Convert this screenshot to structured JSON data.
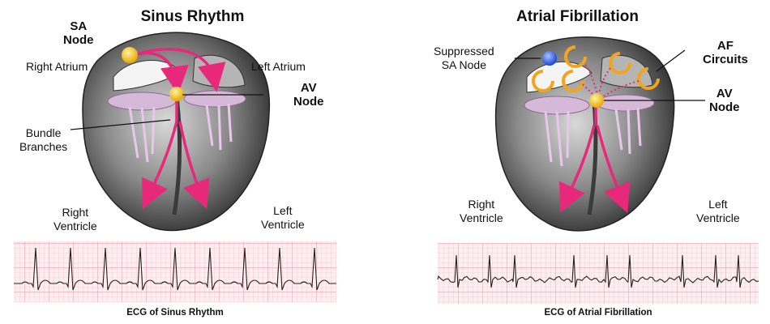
{
  "sinus": {
    "title": "Sinus Rhythm",
    "sa_node": "SA\nNode",
    "right_atrium": "Right Atrium",
    "left_atrium": "Left Atrium",
    "av_node": "AV\nNode",
    "bundle_branches": "Bundle\nBranches",
    "right_ventricle": "Right\nVentricle",
    "left_ventricle": "Left\nVentricle",
    "ecg_caption": "ECG of Sinus Rhythm"
  },
  "afib": {
    "title": "Atrial Fibrillation",
    "suppressed_sa": "Suppressed\nSA Node",
    "af_circuits": "AF\nCircuits",
    "av_node": "AV\nNode",
    "right_ventricle": "Right\nVentricle",
    "left_ventricle": "Left\nVentricle",
    "ecg_caption": "ECG of Atrial Fibrillation"
  },
  "colors": {
    "pathway": "#e8287a",
    "node": "#f6c400",
    "suppressed_node": "#2a5cff",
    "circuit": "#f2a51c",
    "ecg_grid": "#f3b9c6",
    "ecg_bg": "#fdeef2",
    "ecg_trace": "#222222"
  }
}
